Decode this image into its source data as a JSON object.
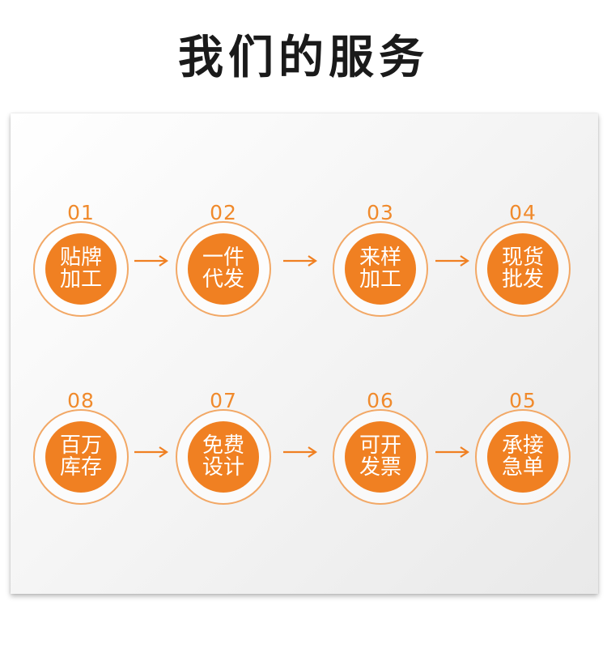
{
  "title": "我们的服务",
  "colors": {
    "accent": "#f08022",
    "ring": "#f2a866",
    "number": "#f08a2c"
  },
  "steps": [
    {
      "num": "01",
      "label": "贴牌加工"
    },
    {
      "num": "02",
      "label": "一件代发"
    },
    {
      "num": "03",
      "label": "来样加工"
    },
    {
      "num": "04",
      "label": "现货批发"
    },
    {
      "num": "05",
      "label": "承接急单"
    },
    {
      "num": "06",
      "label": "可开发票"
    },
    {
      "num": "07",
      "label": "免费设计"
    },
    {
      "num": "08",
      "label": "百万库存"
    }
  ],
  "arrow_icon": "arrow-right-icon"
}
